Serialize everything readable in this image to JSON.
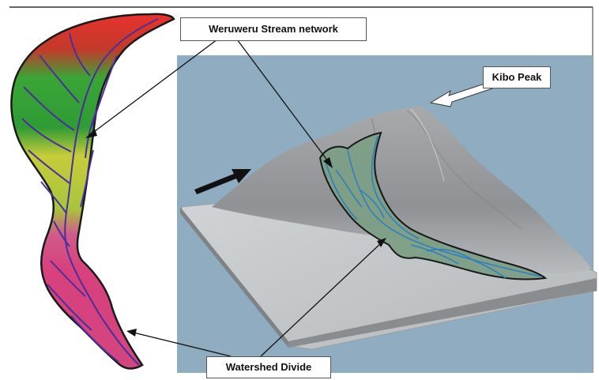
{
  "labels": {
    "stream_network": "Weruweru Stream network",
    "peak": "Kibo Peak",
    "divide": "Watershed Divide"
  },
  "colors": {
    "sky": "#8facc1",
    "terrain": "#bfc3c6",
    "watershed_fill": "#7e9f86",
    "stream": "#2f7fbf",
    "map_red": "#e8322e",
    "map_green": "#2fa32f",
    "map_yellow": "#d8d43a",
    "map_magenta": "#d8407e",
    "map_stream": "#4b2f9a"
  },
  "icons": [
    "arrow-pointer-icon",
    "white-arrow-icon",
    "direction-arrow-icon"
  ]
}
